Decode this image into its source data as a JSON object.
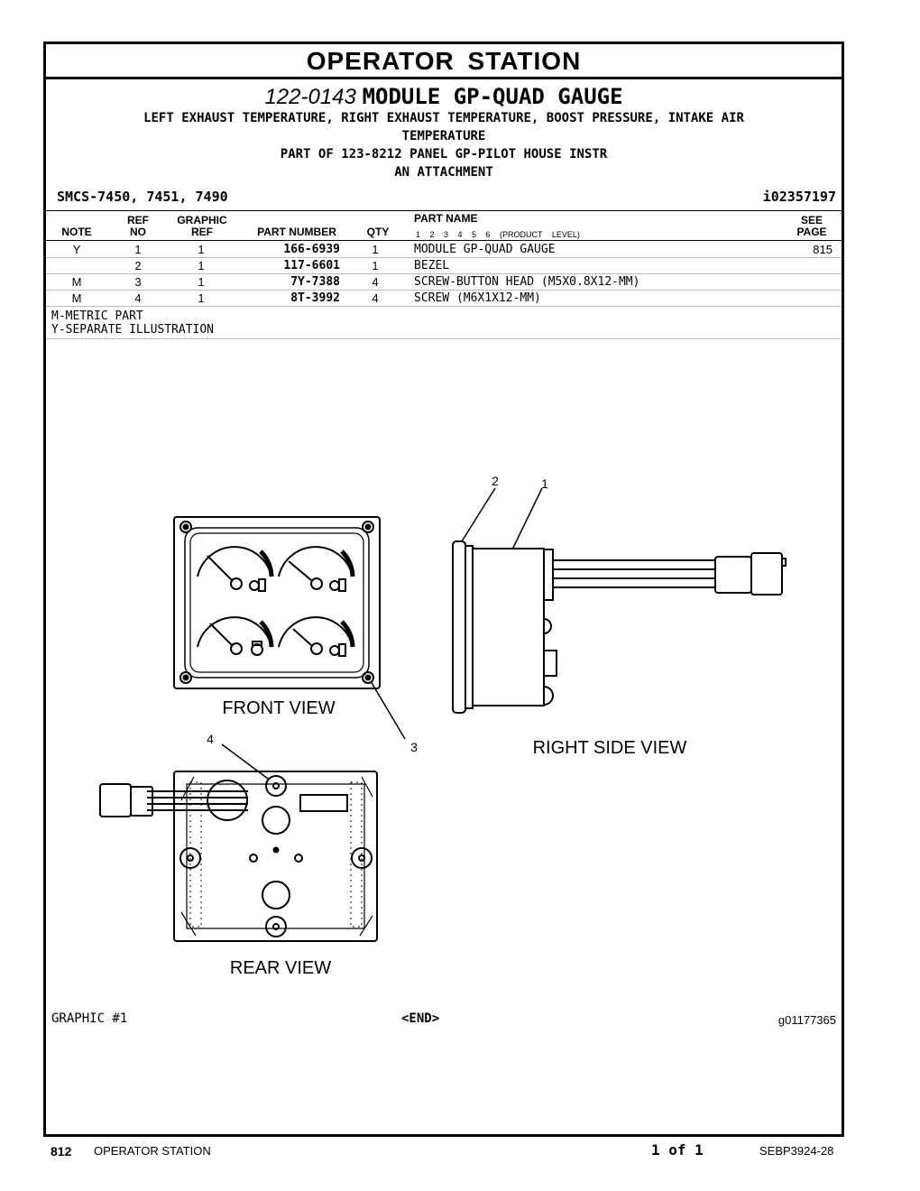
{
  "section_title": "OPERATOR STATION",
  "title": {
    "part_number": "122-0143",
    "name": "MODULE GP-QUAD GAUGE"
  },
  "description_lines": [
    "LEFT EXHAUST TEMPERATURE, RIGHT EXHAUST TEMPERATURE, BOOST PRESSURE, INTAKE AIR",
    "TEMPERATURE",
    "PART OF 123-8212 PANEL GP-PILOT HOUSE INSTR",
    "AN ATTACHMENT"
  ],
  "smcs": "SMCS-7450, 7451, 7490",
  "illustration_id": "i02357197",
  "table": {
    "headers": {
      "note": "NOTE",
      "ref_no_1": "REF",
      "ref_no_2": "NO",
      "graphic_ref_1": "GRAPHIC",
      "graphic_ref_2": "REF",
      "part_number": "PART NUMBER",
      "qty": "QTY",
      "part_name": "PART NAME",
      "levels": "1 2 3 4 5 6 (PRODUCT LEVEL)",
      "see_page_1": "SEE",
      "see_page_2": "PAGE"
    },
    "rows": [
      {
        "note": "Y",
        "ref_no": "1",
        "graphic_ref": "1",
        "part_number": "166-6939",
        "qty": "1",
        "part_name": "MODULE GP-QUAD GAUGE",
        "see_page": "815"
      },
      {
        "note": "",
        "ref_no": "2",
        "graphic_ref": "1",
        "part_number": "117-6601",
        "qty": "1",
        "part_name": "BEZEL",
        "see_page": ""
      },
      {
        "note": "M",
        "ref_no": "3",
        "graphic_ref": "1",
        "part_number": "7Y-7388",
        "qty": "4",
        "part_name": "SCREW-BUTTON HEAD (M5X0.8X12-MM)",
        "see_page": ""
      },
      {
        "note": "M",
        "ref_no": "4",
        "graphic_ref": "1",
        "part_number": "8T-3992",
        "qty": "4",
        "part_name": "SCREW (M6X1X12-MM)",
        "see_page": ""
      }
    ]
  },
  "legend": [
    "M-METRIC PART",
    "Y-SEPARATE ILLUSTRATION"
  ],
  "illustration": {
    "front_view_label": "FRONT VIEW",
    "right_side_view_label": "RIGHT SIDE VIEW",
    "rear_view_label": "REAR VIEW",
    "callouts": [
      "1",
      "2",
      "3",
      "4"
    ]
  },
  "graphic_label": "GRAPHIC #1",
  "end_marker": "<END>",
  "graphic_id": "g01177365",
  "footer": {
    "page_number": "812",
    "section": "OPERATOR STATION",
    "page_of": "1 of 1",
    "doc_number": "SEBP3924-28"
  }
}
